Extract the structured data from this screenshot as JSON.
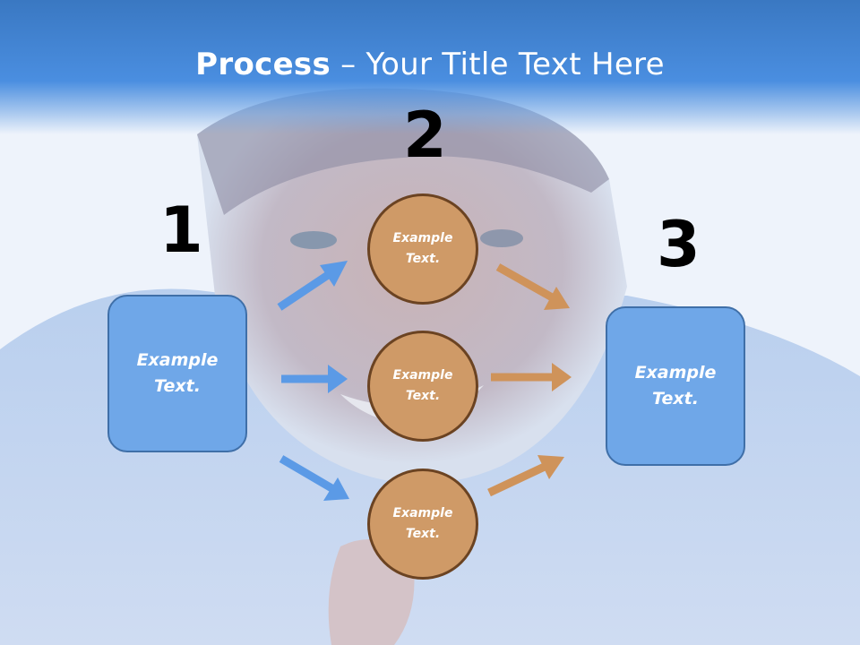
{
  "title": {
    "bold": "Process",
    "rest": " – Your Title Text Here"
  },
  "steps": {
    "one": "1",
    "two": "2",
    "three": "3"
  },
  "left_box": "Example Text.",
  "right_box": "Example Text.",
  "circles": [
    "Example Text.",
    "Example Text.",
    "Example Text."
  ],
  "colors": {
    "box": "#6fa7e8",
    "circle": "#cf9a67",
    "blue_arrow": "#5b9ae6",
    "tan_arrow": "#cf935a"
  }
}
